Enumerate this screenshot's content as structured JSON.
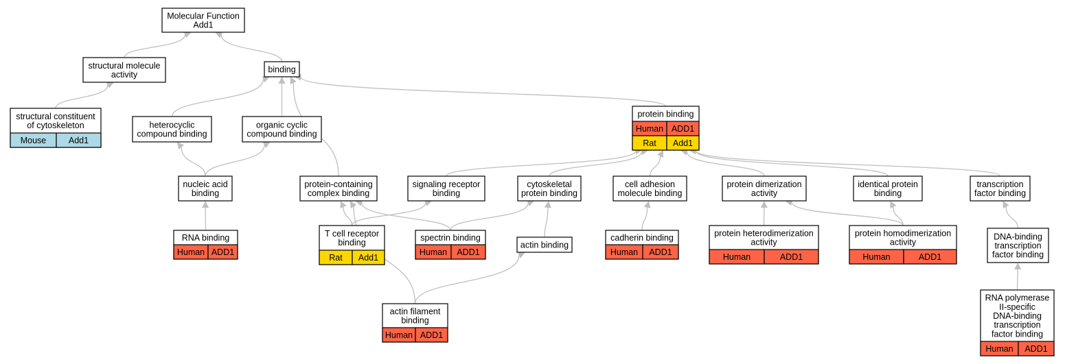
{
  "colors": {
    "human": "#fd6346",
    "rat": "#ffd700",
    "mouse": "#add8e6",
    "edge": "#bfbfbf"
  },
  "nodes": {
    "root": {
      "lines": [
        "Molecular Function",
        "Add1"
      ]
    },
    "struct_mol": {
      "lines": [
        "structural molecule",
        "activity"
      ]
    },
    "struct_const": {
      "lines": [
        "structural constituent",
        "of cytoskeleton"
      ],
      "cells": [
        [
          "Mouse",
          "Add1"
        ]
      ]
    },
    "binding": {
      "lines": [
        "binding"
      ]
    },
    "hetero": {
      "lines": [
        "heterocyclic",
        "compound binding"
      ]
    },
    "organic": {
      "lines": [
        "organic cyclic",
        "compound binding"
      ]
    },
    "nucleic": {
      "lines": [
        "nucleic acid",
        "binding"
      ]
    },
    "rna": {
      "lines": [
        "RNA binding"
      ],
      "cells": [
        [
          "Human",
          "ADD1"
        ]
      ]
    },
    "protein_binding": {
      "lines": [
        "protein binding"
      ],
      "cells": [
        [
          "Human",
          "ADD1"
        ],
        [
          "Rat",
          "Add1"
        ]
      ]
    },
    "pcc": {
      "lines": [
        "protein-containing",
        "complex binding"
      ]
    },
    "signaling": {
      "lines": [
        "signaling receptor",
        "binding"
      ]
    },
    "tcell": {
      "lines": [
        "T cell receptor",
        "binding"
      ],
      "cells": [
        [
          "Rat",
          "Add1"
        ]
      ]
    },
    "spectrin": {
      "lines": [
        "spectrin binding"
      ],
      "cells": [
        [
          "Human",
          "ADD1"
        ]
      ]
    },
    "cytoskeletal": {
      "lines": [
        "cytoskeletal",
        "protein binding"
      ]
    },
    "actin": {
      "lines": [
        "actin binding"
      ]
    },
    "actin_filament": {
      "lines": [
        "actin filament",
        "binding"
      ],
      "cells": [
        [
          "Human",
          "ADD1"
        ]
      ]
    },
    "cell_adhesion": {
      "lines": [
        "cell adhesion",
        "molecule binding"
      ]
    },
    "cadherin": {
      "lines": [
        "cadherin binding"
      ],
      "cells": [
        [
          "Human",
          "ADD1"
        ]
      ]
    },
    "dimerization": {
      "lines": [
        "protein dimerization",
        "activity"
      ]
    },
    "heterodim": {
      "lines": [
        "protein heterodimerization",
        "activity"
      ],
      "cells": [
        [
          "Human",
          "ADD1"
        ]
      ]
    },
    "identical": {
      "lines": [
        "identical protein",
        "binding"
      ]
    },
    "homodim": {
      "lines": [
        "protein homodimerization",
        "activity"
      ],
      "cells": [
        [
          "Human",
          "ADD1"
        ]
      ]
    },
    "tf_binding": {
      "lines": [
        "transcription",
        "factor binding"
      ]
    },
    "dna_tf": {
      "lines": [
        "DNA-binding",
        "transcription",
        "factor binding"
      ]
    },
    "rnapol": {
      "lines": [
        "RNA polymerase",
        "II-specific",
        "DNA-binding",
        "transcription",
        "factor binding"
      ],
      "cells": [
        [
          "Human",
          "ADD1"
        ]
      ]
    }
  },
  "edges": [
    [
      "struct_mol",
      "root"
    ],
    [
      "binding",
      "root"
    ],
    [
      "struct_const",
      "struct_mol"
    ],
    [
      "hetero",
      "binding"
    ],
    [
      "organic",
      "binding"
    ],
    [
      "pcc",
      "binding"
    ],
    [
      "protein_binding",
      "binding"
    ],
    [
      "nucleic",
      "hetero"
    ],
    [
      "nucleic",
      "organic"
    ],
    [
      "rna",
      "nucleic"
    ],
    [
      "signaling",
      "protein_binding"
    ],
    [
      "cytoskeletal",
      "protein_binding"
    ],
    [
      "cell_adhesion",
      "protein_binding"
    ],
    [
      "dimerization",
      "protein_binding"
    ],
    [
      "identical",
      "protein_binding"
    ],
    [
      "tf_binding",
      "protein_binding"
    ],
    [
      "tcell",
      "pcc"
    ],
    [
      "tcell",
      "signaling"
    ],
    [
      "spectrin",
      "pcc"
    ],
    [
      "spectrin",
      "cytoskeletal"
    ],
    [
      "actin",
      "cytoskeletal"
    ],
    [
      "actin_filament",
      "pcc"
    ],
    [
      "actin_filament",
      "actin"
    ],
    [
      "cadherin",
      "cell_adhesion"
    ],
    [
      "heterodim",
      "dimerization"
    ],
    [
      "homodim",
      "dimerization"
    ],
    [
      "homodim",
      "identical"
    ],
    [
      "dna_tf",
      "tf_binding"
    ],
    [
      "rnapol",
      "dna_tf"
    ]
  ]
}
